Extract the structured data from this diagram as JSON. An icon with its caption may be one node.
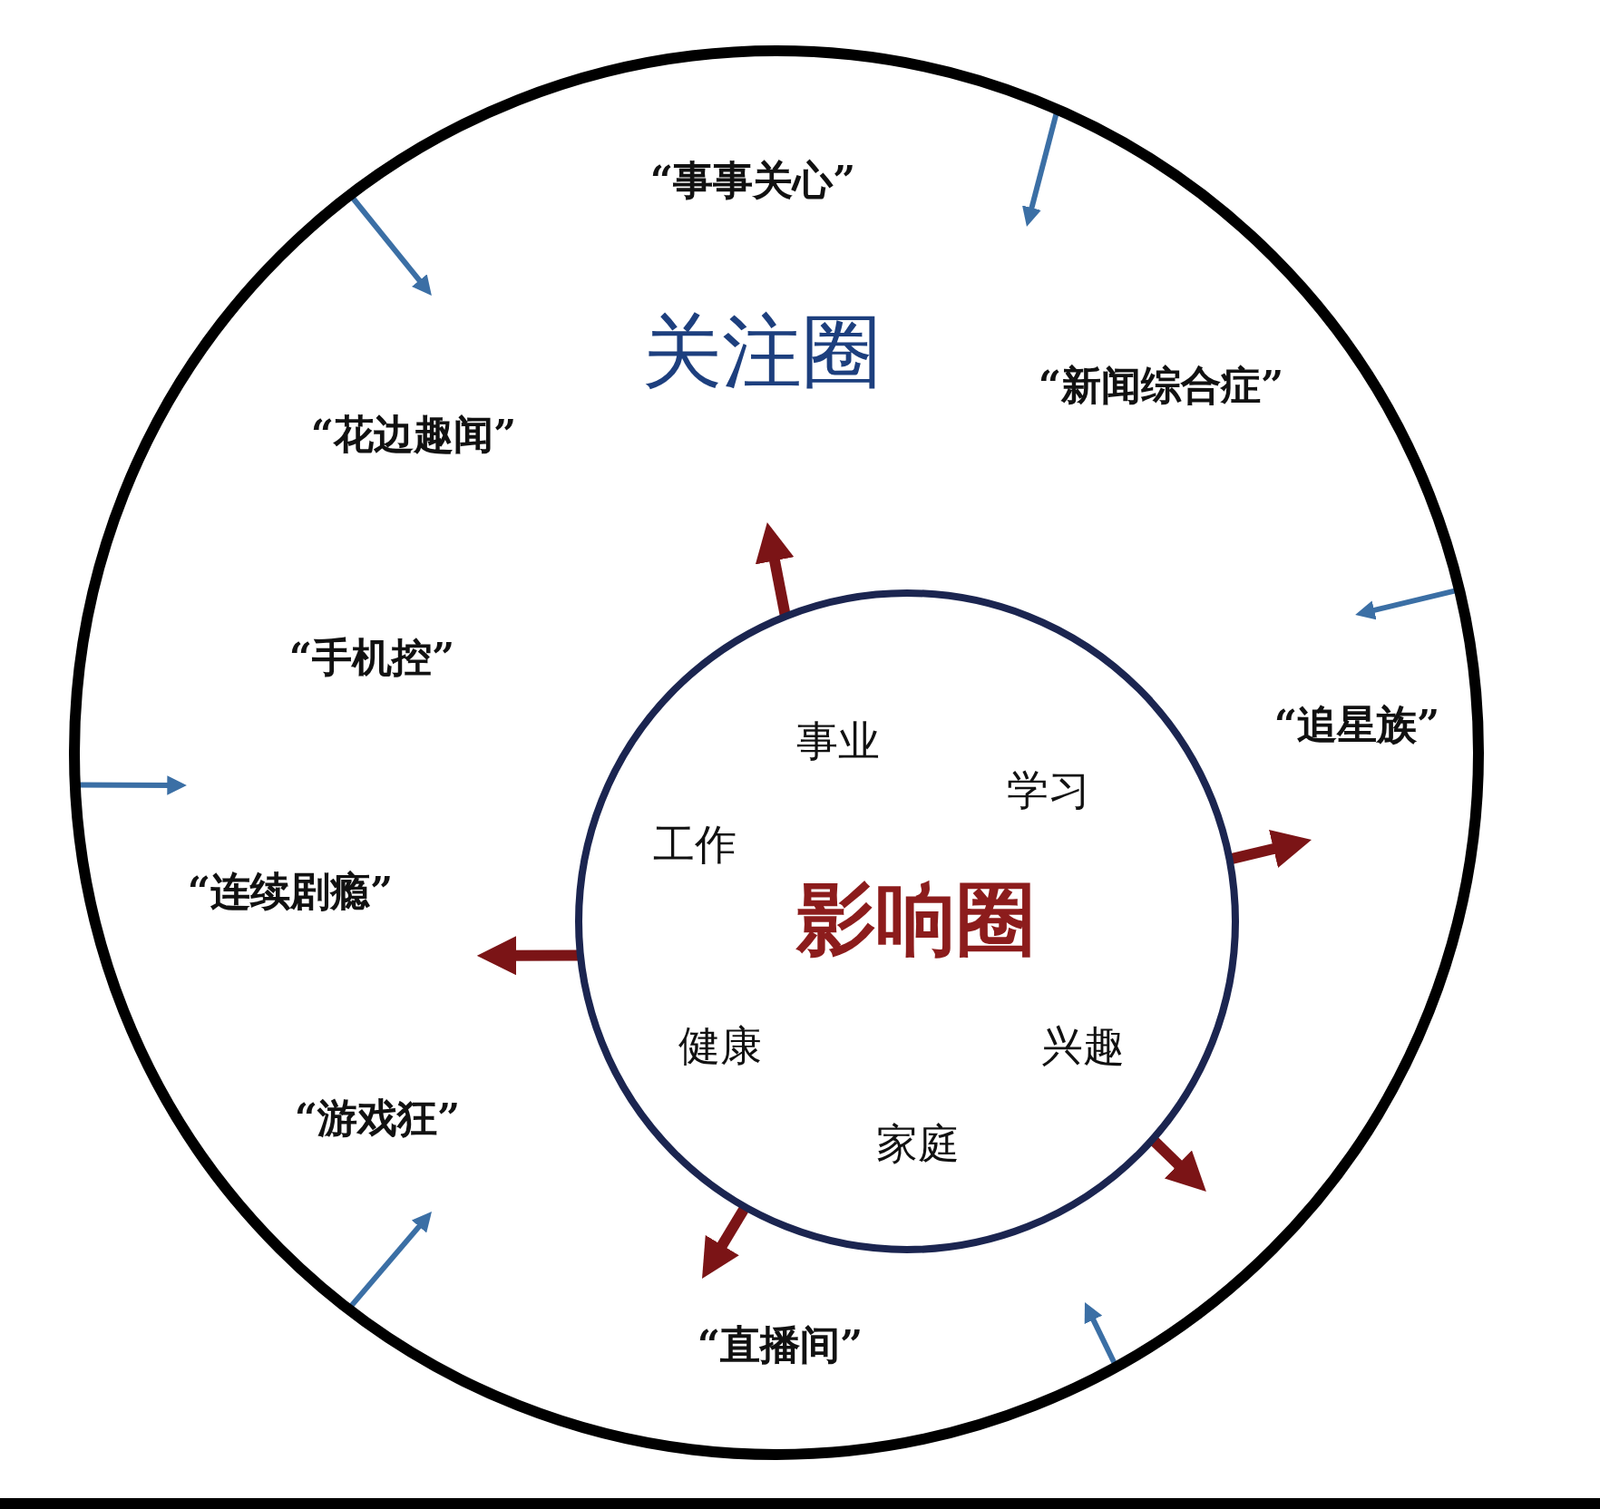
{
  "diagram": {
    "nodes": [
      {
        "text": [
          "“事事关心”",
          "关注圈",
          "“新闻综合症”",
          "“花边趣闻”",
          "“手机控”",
          "“追星族”",
          "“连续剧瘾”",
          "“游戏狂”",
          "“直播间”"
        ]
      },
      {
        "text": [
          "事业",
          "学习",
          "工作",
          "影响圈",
          "健康",
          "兴趣",
          "家庭"
        ],
        "in": 0
      }
    ]
  }
}
